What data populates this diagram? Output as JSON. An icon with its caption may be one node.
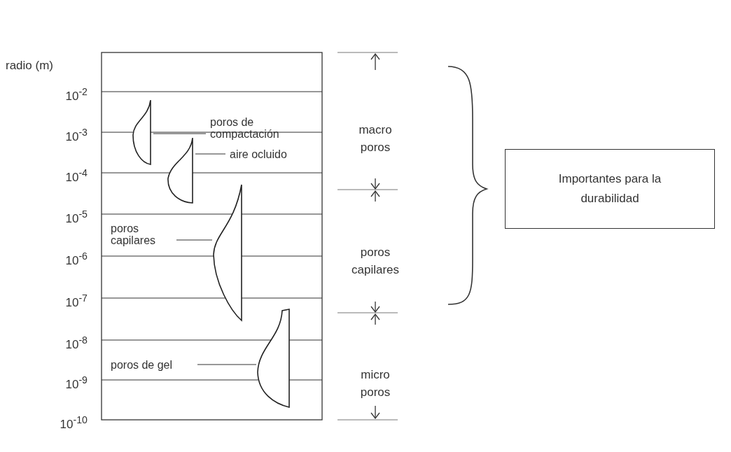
{
  "diagram": {
    "nodes": [
      {
        "text": [
          "poros de compactación"
        ]
      },
      {
        "text": [],
        "shape": "lens"
      },
      {
        "text": [
          "aire ocluido"
        ]
      },
      {
        "text": [],
        "shape": "lens"
      },
      {
        "text": [
          "poros capilares"
        ]
      },
      {
        "text": [],
        "shape": "lens"
      },
      {
        "text": [
          "poros de gel"
        ]
      },
      {
        "text": [],
        "shape": "lens"
      },
      {
        "text": [
          "Importantes para la durabilidad"
        ]
      }
    ],
    "edges": [
      {
        "from": 0,
        "to": 1,
        "arrow": "none"
      },
      {
        "from": 2,
        "to": 3,
        "arrow": "none"
      },
      {
        "from": 4,
        "to": 5,
        "arrow": "none"
      },
      {
        "from": 6,
        "to": 7,
        "arrow": "none"
      }
    ],
    "labels": [
      "radio (m)",
      "10$^{-2}$",
      "10$^{-3}$",
      "10$^{-4}$",
      "10$^{-5}$",
      "10$^{-6}$",
      "10$^{-7}$",
      "10$^{-8}$",
      "10$^{-9}$",
      "10$^{-10}$",
      "macro poros",
      "poros capilares",
      "micro poros"
    ]
  }
}
